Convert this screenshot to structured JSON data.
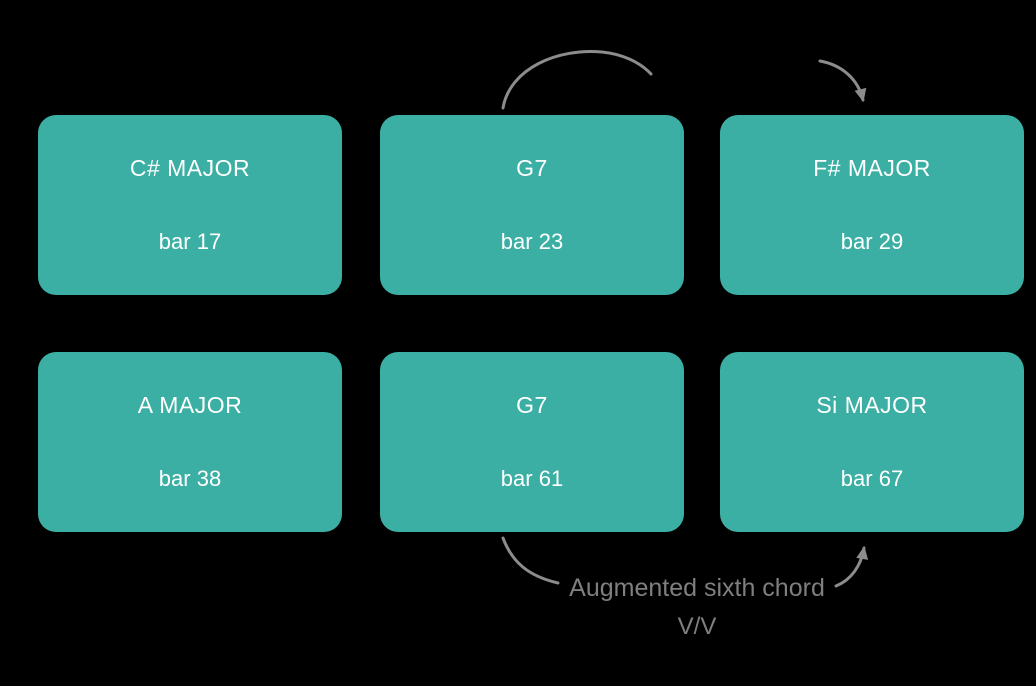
{
  "diagram": {
    "boxes": [
      {
        "title": "C# MAJOR",
        "bar": "bar 17"
      },
      {
        "title": "G7",
        "bar": "bar 23"
      },
      {
        "title": "F# MAJOR",
        "bar": "bar 29"
      },
      {
        "title": "A MAJOR",
        "bar": "bar 38"
      },
      {
        "title": "G7",
        "bar": "bar 61"
      },
      {
        "title": "Si MAJOR",
        "bar": "bar 67"
      }
    ],
    "annotation": {
      "line1": "Augmented sixth chord",
      "line2": "V/V"
    },
    "colors": {
      "box_fill": "#3bafa4",
      "box_text": "#ffffff",
      "arrow": "#8c8c8c",
      "annotation_text": "#7f7f7f",
      "background": "#000000"
    }
  }
}
